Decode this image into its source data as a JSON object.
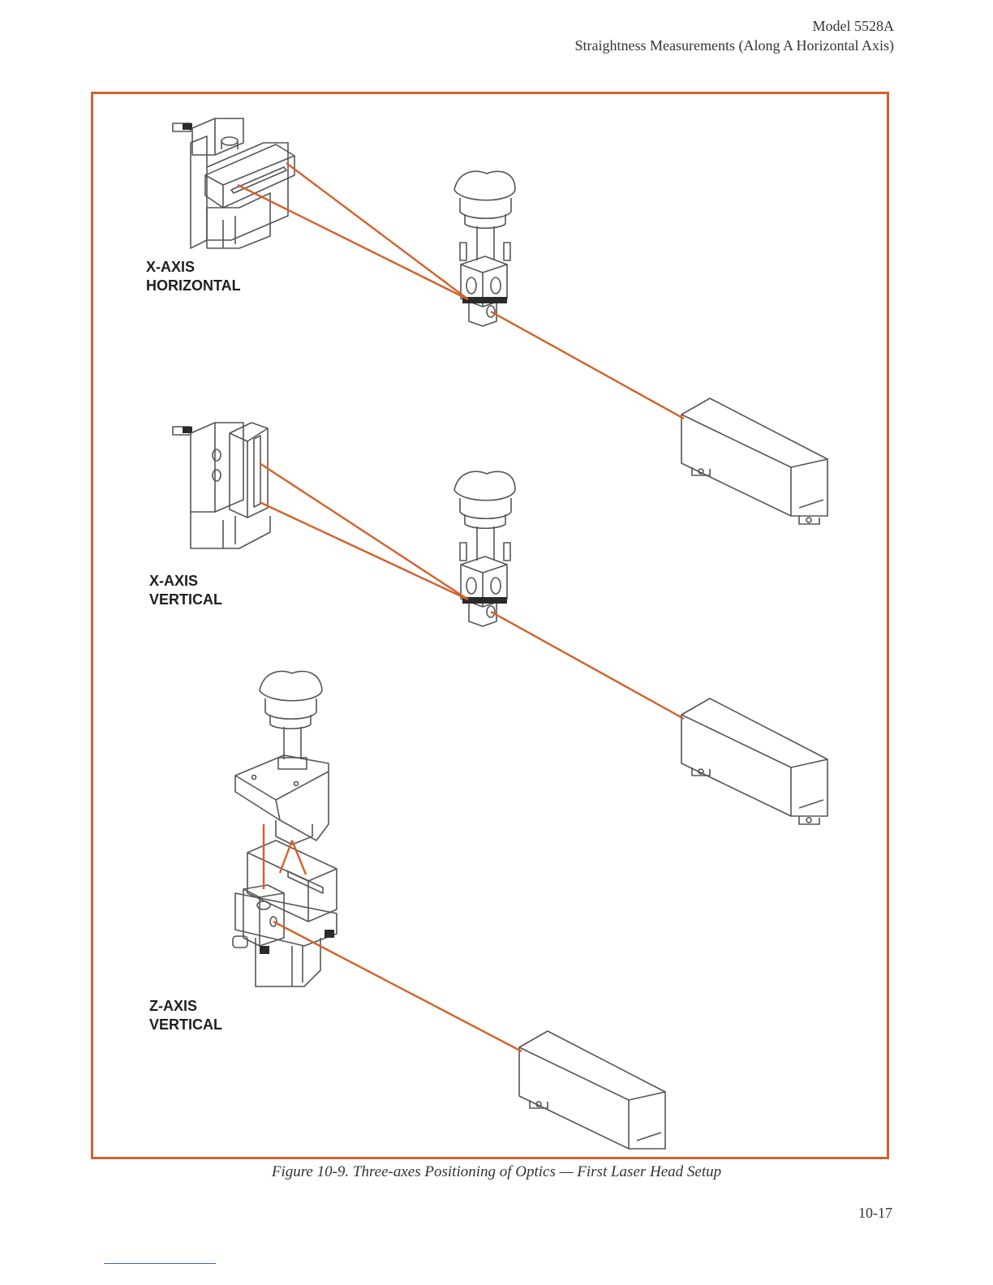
{
  "header": {
    "model": "Model 5528A",
    "section": "Straightness Measurements (Along A Horizontal Axis)"
  },
  "figure": {
    "labels": {
      "x_horizontal_1": "X-AXIS",
      "x_horizontal_2": "HORIZONTAL",
      "x_vertical_1": "X-AXIS",
      "x_vertical_2": "VERTICAL",
      "z_vertical_1": "Z-AXIS",
      "z_vertical_2": "VERTICAL"
    },
    "caption": "Figure 10-9. Three-axes Positioning of Optics — First Laser Head Setup",
    "colors": {
      "beam": "#d4602a",
      "frame": "#d4602a",
      "ink": "#555555"
    }
  },
  "footer": {
    "page_number": "10-17"
  }
}
